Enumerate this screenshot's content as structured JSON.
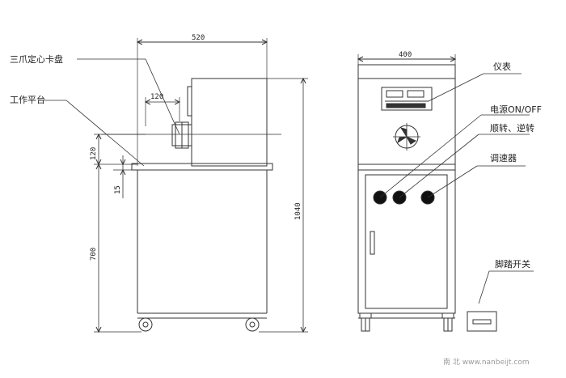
{
  "labels": {
    "chuck": "三爪定心卡盘",
    "platform": "工作平台",
    "meter": "仪表",
    "power": "电源ON/OFF",
    "direction": "顺转、逆转",
    "governor": "调速器",
    "pedal": "脚踏开关"
  },
  "dimensions": {
    "width_side": "520",
    "chuck_offset": "120",
    "vertical_120": "120",
    "vertical_15": "15",
    "height_700": "700",
    "height_1040": "1040",
    "width_front": "400"
  },
  "watermark": "南 北 www.nanbeijt.com"
}
